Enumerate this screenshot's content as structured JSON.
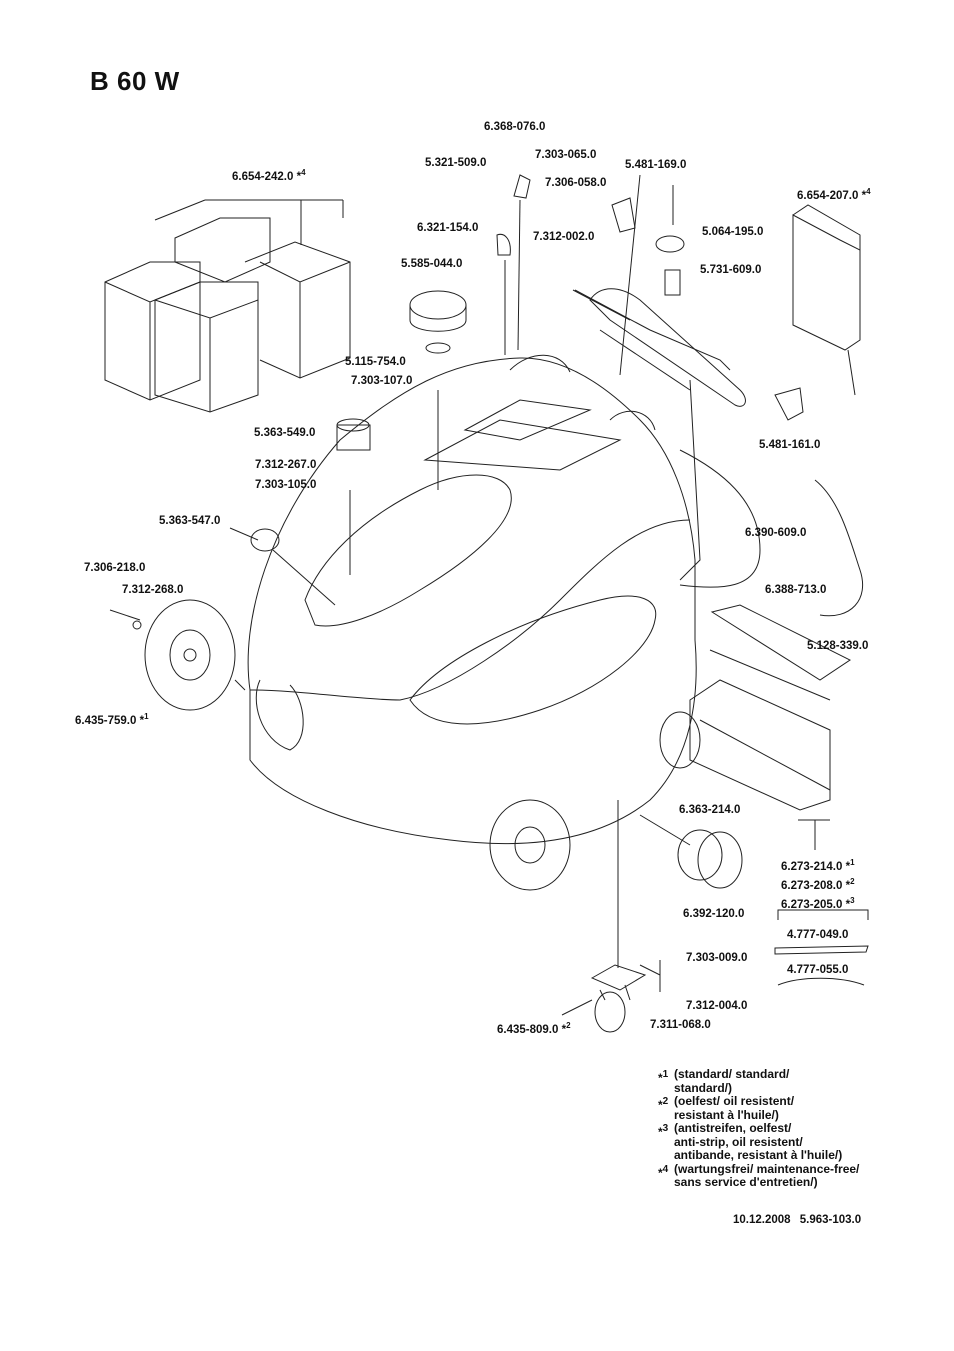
{
  "title": "B 60 W",
  "parts": {
    "p6368_076": "6.368-076.0",
    "p7303_065": "7.303-065.0",
    "p5321_509": "5.321-509.0",
    "p5481_169": "5.481-169.0",
    "p7306_058": "7.306-058.0",
    "p6654_242": "6.654-242.0",
    "p6654_207": "6.654-207.0",
    "p6321_154": "6.321-154.0",
    "p7312_002": "7.312-002.0",
    "p5064_195": "5.064-195.0",
    "p5585_044": "5.585-044.0",
    "p5731_609": "5.731-609.0",
    "p5115_754": "5.115-754.0",
    "p7303_107": "7.303-107.0",
    "p5481_161": "5.481-161.0",
    "p5363_549": "5.363-549.0",
    "p7312_267": "7.312-267.0",
    "p7303_105": "7.303-105.0",
    "p5363_547": "5.363-547.0",
    "p6390_609": "6.390-609.0",
    "p7306_218": "7.306-218.0",
    "p7312_268": "7.312-268.0",
    "p6388_713": "6.388-713.0",
    "p5128_339": "5.128-339.0",
    "p6435_759": "6.435-759.0",
    "p6363_214": "6.363-214.0",
    "p6273_214": "6.273-214.0",
    "p6273_208": "6.273-208.0",
    "p6392_120": "6.392-120.0",
    "p6273_205": "6.273-205.0",
    "p4777_049": "4.777-049.0",
    "p7303_009": "7.303-009.0",
    "p4777_055": "4.777-055.0",
    "p7312_004": "7.312-004.0",
    "p6435_809": "6.435-809.0",
    "p7311_068": "7.311-068.0"
  },
  "marks": {
    "star1": "*",
    "star2": "*",
    "star3": "*",
    "star4": "*",
    "s1": "1",
    "s2": "2",
    "s3": "3",
    "s4": "4"
  },
  "notes": [
    {
      "sup": "1",
      "text": "(standard/ standard/\n standard/)"
    },
    {
      "sup": "2",
      "text": "(oelfest/ oil resistent/\n resistant à l'huile/)"
    },
    {
      "sup": "3",
      "text": "(antistreifen, oelfest/\n anti-strip, oil resistent/\n antibande, resistant à l'huile/)"
    },
    {
      "sup": "4",
      "text": "(wartungsfrei/ maintenance-free/\nsans service d'entretien/)"
    }
  ],
  "footer": {
    "date": "10.12.2008",
    "doc": "5.963-103.0"
  }
}
